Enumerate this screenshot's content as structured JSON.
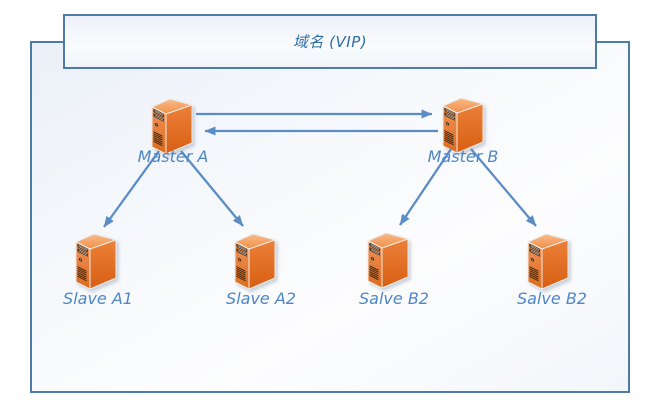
{
  "title": {
    "label": "域名 (VIP)"
  },
  "nodes": [
    {
      "id": "master-a",
      "label": "Master A"
    },
    {
      "id": "master-b",
      "label": "Master B"
    },
    {
      "id": "slave-a1",
      "label": "Slave A1"
    },
    {
      "id": "slave-a2",
      "label": "Slave A2"
    },
    {
      "id": "salve-b2-left",
      "label": "Salve B2"
    },
    {
      "id": "salve-b2-right",
      "label": "Salve B2"
    }
  ],
  "edges": [
    {
      "from": "master-a",
      "to": "master-b"
    },
    {
      "from": "master-b",
      "to": "master-a"
    },
    {
      "from": "master-a",
      "to": "slave-a1"
    },
    {
      "from": "master-a",
      "to": "slave-a2"
    },
    {
      "from": "master-b",
      "to": "salve-b2-left"
    },
    {
      "from": "master-b",
      "to": "salve-b2-right"
    }
  ],
  "colors": {
    "border_blue": "#4e7aa8",
    "arrow_blue": "#5b8dc5",
    "label_blue": "#4f86c6",
    "title_text_blue": "#2e6da4",
    "server_orange": "#e2711f"
  }
}
